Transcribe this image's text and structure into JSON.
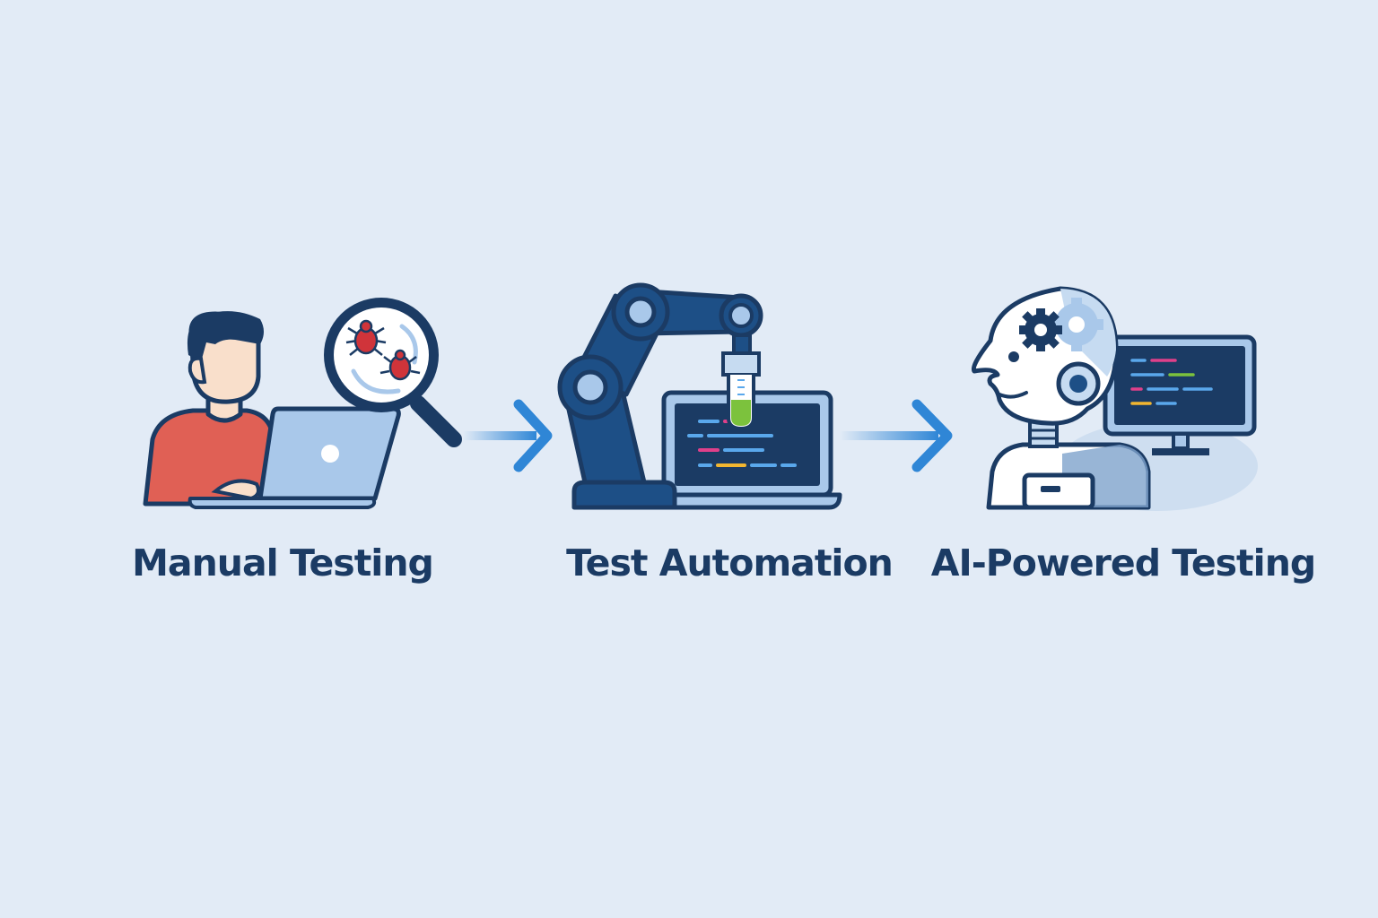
{
  "stages": [
    {
      "label": "Manual Testing"
    },
    {
      "label": "Test Automation"
    },
    {
      "label": "AI-Powered Testing"
    }
  ],
  "icons": [
    "person-icon",
    "laptop-icon",
    "magnifier-icon",
    "bug-icon",
    "arrow-right-icon",
    "robot-arm-icon",
    "test-tube-icon",
    "ai-robot-head-icon",
    "gear-icon",
    "monitor-icon"
  ],
  "colors": {
    "background": "#e2ebf6",
    "outline": "#1b3b64",
    "arrow": "#2f86d6",
    "shirt": "#e06055",
    "bug": "#d0343a",
    "liquid": "#7cc23d",
    "accent": "#a9c8ea"
  }
}
